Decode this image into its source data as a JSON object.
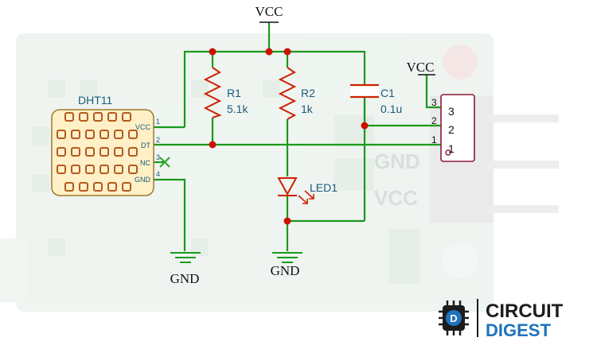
{
  "schematic": {
    "supply_top": "VCC",
    "supply_connector": "VCC",
    "ground_left": "GND",
    "ground_center": "GND",
    "sensor": {
      "name": "DHT11",
      "pins": [
        {
          "num": "1",
          "label": "VCC"
        },
        {
          "num": "2",
          "label": "DT"
        },
        {
          "num": "3",
          "label": "NC"
        },
        {
          "num": "4",
          "label": "GND"
        }
      ]
    },
    "r1": {
      "ref": "R1",
      "value": "5.1k"
    },
    "r2": {
      "ref": "R2",
      "value": "1k"
    },
    "c1": {
      "ref": "C1",
      "value": "0.1u"
    },
    "led": {
      "ref": "LED1"
    },
    "connector": {
      "outer_pins": [
        "3",
        "2",
        "1"
      ],
      "inner_pins": [
        "3",
        "2",
        "1"
      ]
    }
  },
  "background_board": {
    "labels": [
      "GND",
      "VCC"
    ]
  },
  "logo": {
    "line1": "CIRCUIT",
    "line2": "DIGEST",
    "badge": "D"
  },
  "colors": {
    "wire": "#1a9a1a",
    "component": "#cc2200",
    "junction": "#cc1100",
    "chip_body": "#fff0c8",
    "chip_outline": "#a07a2a",
    "label": "#1a5a7a",
    "connector": "#8a1a3a",
    "text": "#111111",
    "logo_text": "#1c1c1c",
    "logo_accent": "#1e73be"
  }
}
